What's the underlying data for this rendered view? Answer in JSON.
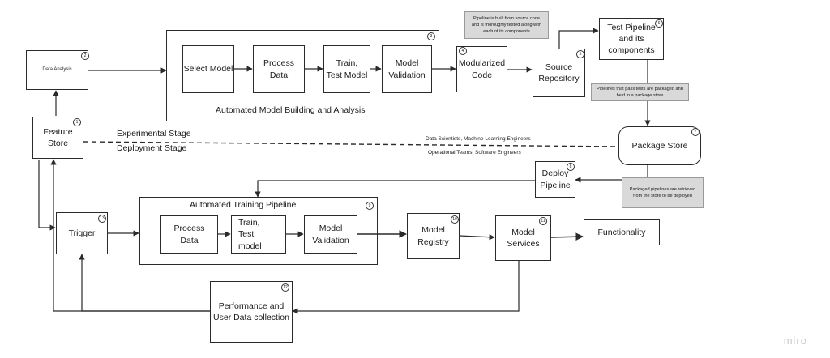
{
  "nodes": {
    "data_analysis": "Data Analysis",
    "feature_store": "Feature\nStore",
    "select_model": "Select Model",
    "process_data_top": "Process Data",
    "train_test_top": "Train,\nTest Model",
    "model_validation_top": "Model\nValidation",
    "modularized_code": "Modularized\nCode",
    "source_repository": "Source\nRepository",
    "test_pipeline": "Test Pipeline\nand its\ncomponents",
    "package_store": "Package Store",
    "deploy_pipeline": "Deploy\nPipeline",
    "trigger": "Trigger",
    "process_data_bottom": "Process\nData",
    "train_test_bottom": "Train,\nTest\nmodel",
    "model_validation_bottom": "Model\nValidation",
    "model_registry": "Model\nRegistry",
    "model_services": "Model\nServices",
    "functionality": "Functionality",
    "performance": "Performance and\nUser Data collection"
  },
  "groups": {
    "automated_model_building": "Automated Model Building and Analysis",
    "automated_training_pipeline": "Automated Training Pipeline"
  },
  "stages": {
    "experimental": "Experimental Stage",
    "deployment": "Deployment Stage",
    "experimental_roles": "Data Scientists, Machine Learning Engineers",
    "deployment_roles": "Operational Teams, Software Engineers"
  },
  "notes": {
    "pipeline_built": "Pipeline is built from source code\nand is thoroughly tested along with\neach of its components",
    "pipelines_pass": "Pipelines that pass tests are packaged and\nheld in a package store",
    "packaged_retrieved": "Packaged pipelines are retrieved\nfrom the store to be deployed"
  },
  "badges": {
    "feature_store": "1",
    "data_analysis": "2",
    "automated_model_building": "3",
    "modularized_code": "4",
    "source_repository": "5",
    "test_pipeline": "6",
    "package_store": "7",
    "deploy_pipeline": "8",
    "automated_training_pipeline": "9",
    "model_registry": "10",
    "model_services": "11",
    "performance": "12",
    "trigger": "13"
  },
  "watermark": "miro"
}
